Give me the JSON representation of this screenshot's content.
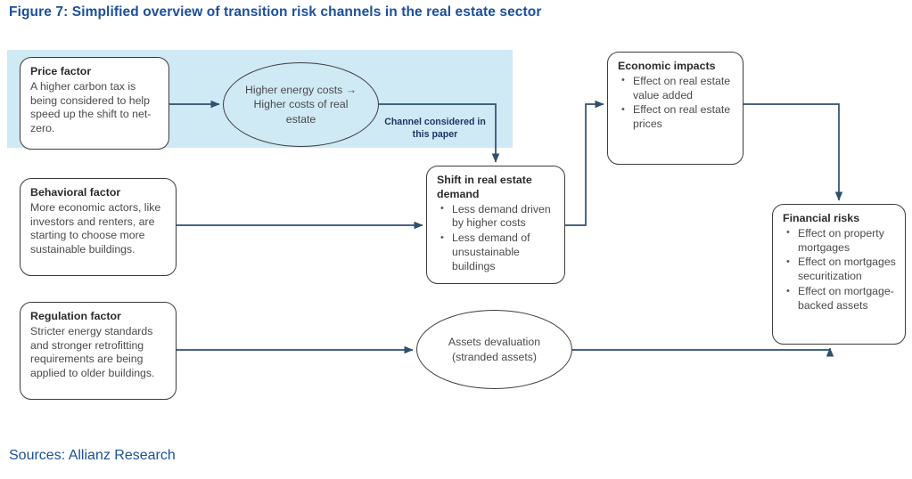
{
  "figure": {
    "title": "Figure 7:  Simplified overview of transition risk channels in the real estate sector",
    "sources": "Sources: Allianz Research",
    "accent_color": "#1b4f9c",
    "band_color": "#cfe9f5",
    "connector_color": "#2f4f6f",
    "node_border_color": "#3c3c3c"
  },
  "nodes": {
    "price_factor": {
      "title": "Price factor",
      "description": "A higher carbon tax is being considered to help speed up the shift to net-zero."
    },
    "behavioral_factor": {
      "title": "Behavioral factor",
      "description": "More economic actors, like investors and renters, are starting to choose more sustainable buildings."
    },
    "regulation_factor": {
      "title": "Regulation factor",
      "description": "Stricter energy standards and stronger retrofitting requirements are being applied to older buildings."
    },
    "energy_costs": {
      "text": "Higher energy costs → Higher costs of real estate"
    },
    "assets_devaluation": {
      "text": "Assets devaluation (stranded assets)"
    },
    "shift_demand": {
      "title": "Shift in real estate demand",
      "bullets": [
        "Less demand driven by higher costs",
        "Less demand of unsustainable buildings"
      ]
    },
    "economic_impacts": {
      "title": "Economic impacts",
      "bullets": [
        "Effect on real estate value added",
        "Effect on real estate prices"
      ]
    },
    "financial_risks": {
      "title": "Financial risks",
      "bullets": [
        "Effect on property mortgages",
        "Effect on mortgages securitization",
        "Effect on mortgage-backed assets"
      ]
    }
  },
  "annotations": {
    "channel_note": "Channel considered in this paper"
  }
}
